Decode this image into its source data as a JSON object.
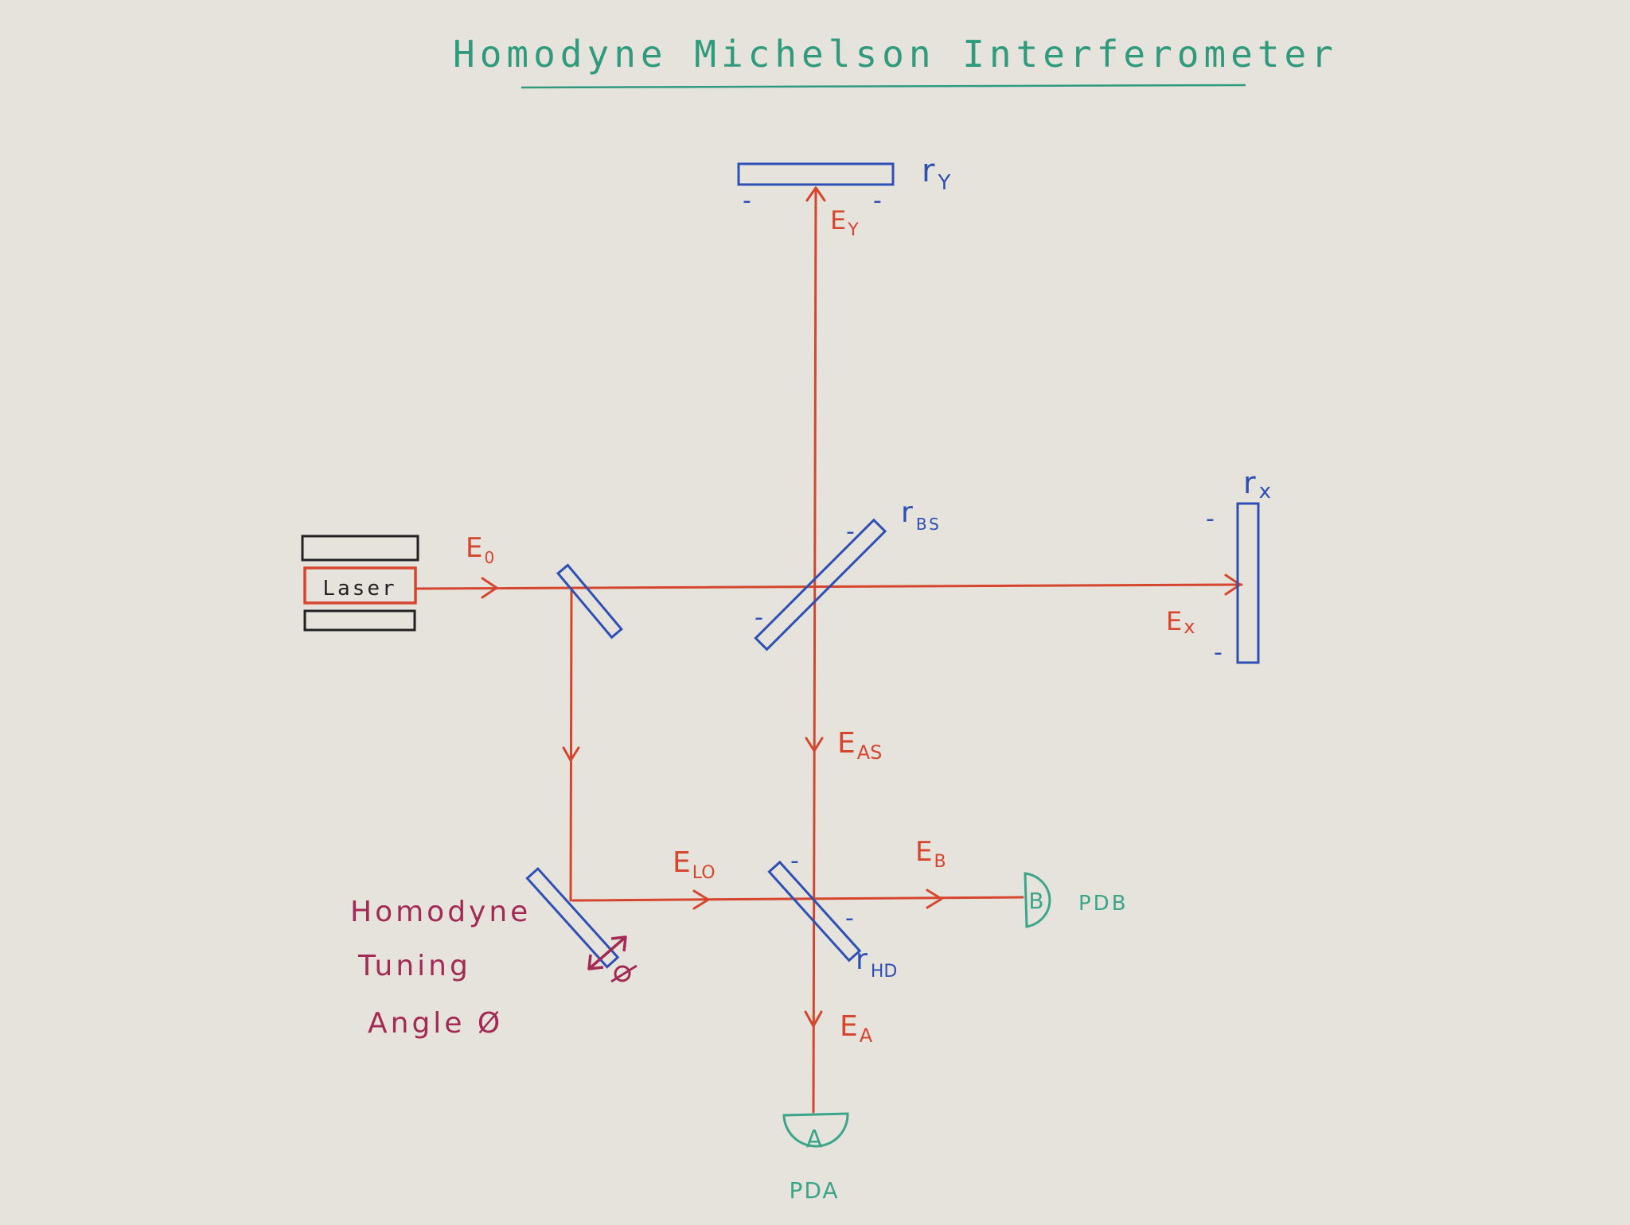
{
  "title": "Homodyne Michelson Interferometer",
  "colors": {
    "paper": "#e6e3dc",
    "beam": "#d6452d",
    "optic": "#2e4fb3",
    "title": "#2f9a7c",
    "detector": "#3ba58a",
    "tuning": "#a32a55",
    "laser_housing": "#222222"
  },
  "laser": {
    "label": "Laser"
  },
  "optics": {
    "mirror_y": {
      "label": "r",
      "subscript": "Y"
    },
    "mirror_x": {
      "label": "r",
      "subscript": "x"
    },
    "beamsplitter": {
      "label": "r",
      "subscript": "BS"
    },
    "homodyne_bs": {
      "label": "r",
      "subscript": "HD"
    }
  },
  "fields": {
    "e0": {
      "label": "E",
      "subscript": "0"
    },
    "ey": {
      "label": "E",
      "subscript": "Y"
    },
    "ex": {
      "label": "E",
      "subscript": "x"
    },
    "eas": {
      "label": "E",
      "subscript": "AS"
    },
    "elo": {
      "label": "E",
      "subscript": "LO"
    },
    "eb": {
      "label": "E",
      "subscript": "B"
    },
    "ea": {
      "label": "E",
      "subscript": "A"
    }
  },
  "detectors": {
    "pda": {
      "letter": "A",
      "label": "PDA"
    },
    "pdb": {
      "letter": "B",
      "label": "PDB"
    }
  },
  "tuning": {
    "line1": "Homodyne",
    "line2": "Tuning",
    "line3": "Angle Ø"
  },
  "marks": {
    "dash": "-"
  }
}
